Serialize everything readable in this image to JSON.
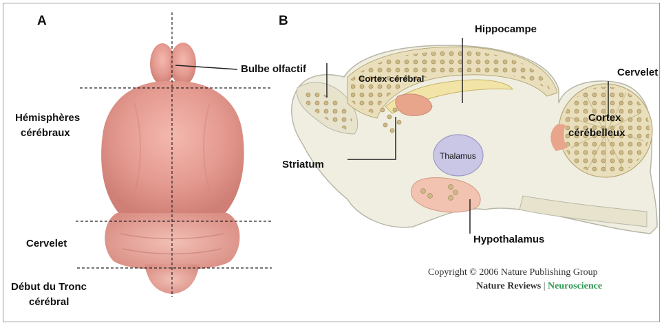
{
  "panels": {
    "a_letter": "A",
    "b_letter": "B"
  },
  "panel_a": {
    "bulbe": "Bulbe olfactif",
    "hemispheres_l1": "Hémisphères",
    "hemispheres_l2": "cérébraux",
    "cervelet": "Cervelet",
    "tronc_l1": "Début du Tronc",
    "tronc_l2": "cérébral"
  },
  "panel_b": {
    "hippocampe": "Hippocampe",
    "cortex_cerebral": "Cortex cérébral",
    "cervelet": "Cervelet",
    "cortex_cerebelleux_l1": "Cortex",
    "cortex_cerebelleux_l2": "cérébelleux",
    "thalamus": "Thalamus",
    "striatum": "Striatum",
    "hypothalamus": "Hypothalamus"
  },
  "credits": {
    "copyright": "Copyright © 2006 Nature Publishing Group",
    "journal_part1": "Nature Reviews",
    "separator": "|",
    "journal_part2": "Neuroscience"
  },
  "colors": {
    "brain_pink": "#e49a90",
    "section_cream": "#efeee0",
    "cortex_tan": "#e9dfbc",
    "dot_fill": "#cdb887",
    "hippocampus_yellow": "#f2e3a6",
    "salmon": "#e8a58c",
    "thalamus_lavender": "#c9c6e6",
    "accent_green": "#2f9a54"
  }
}
